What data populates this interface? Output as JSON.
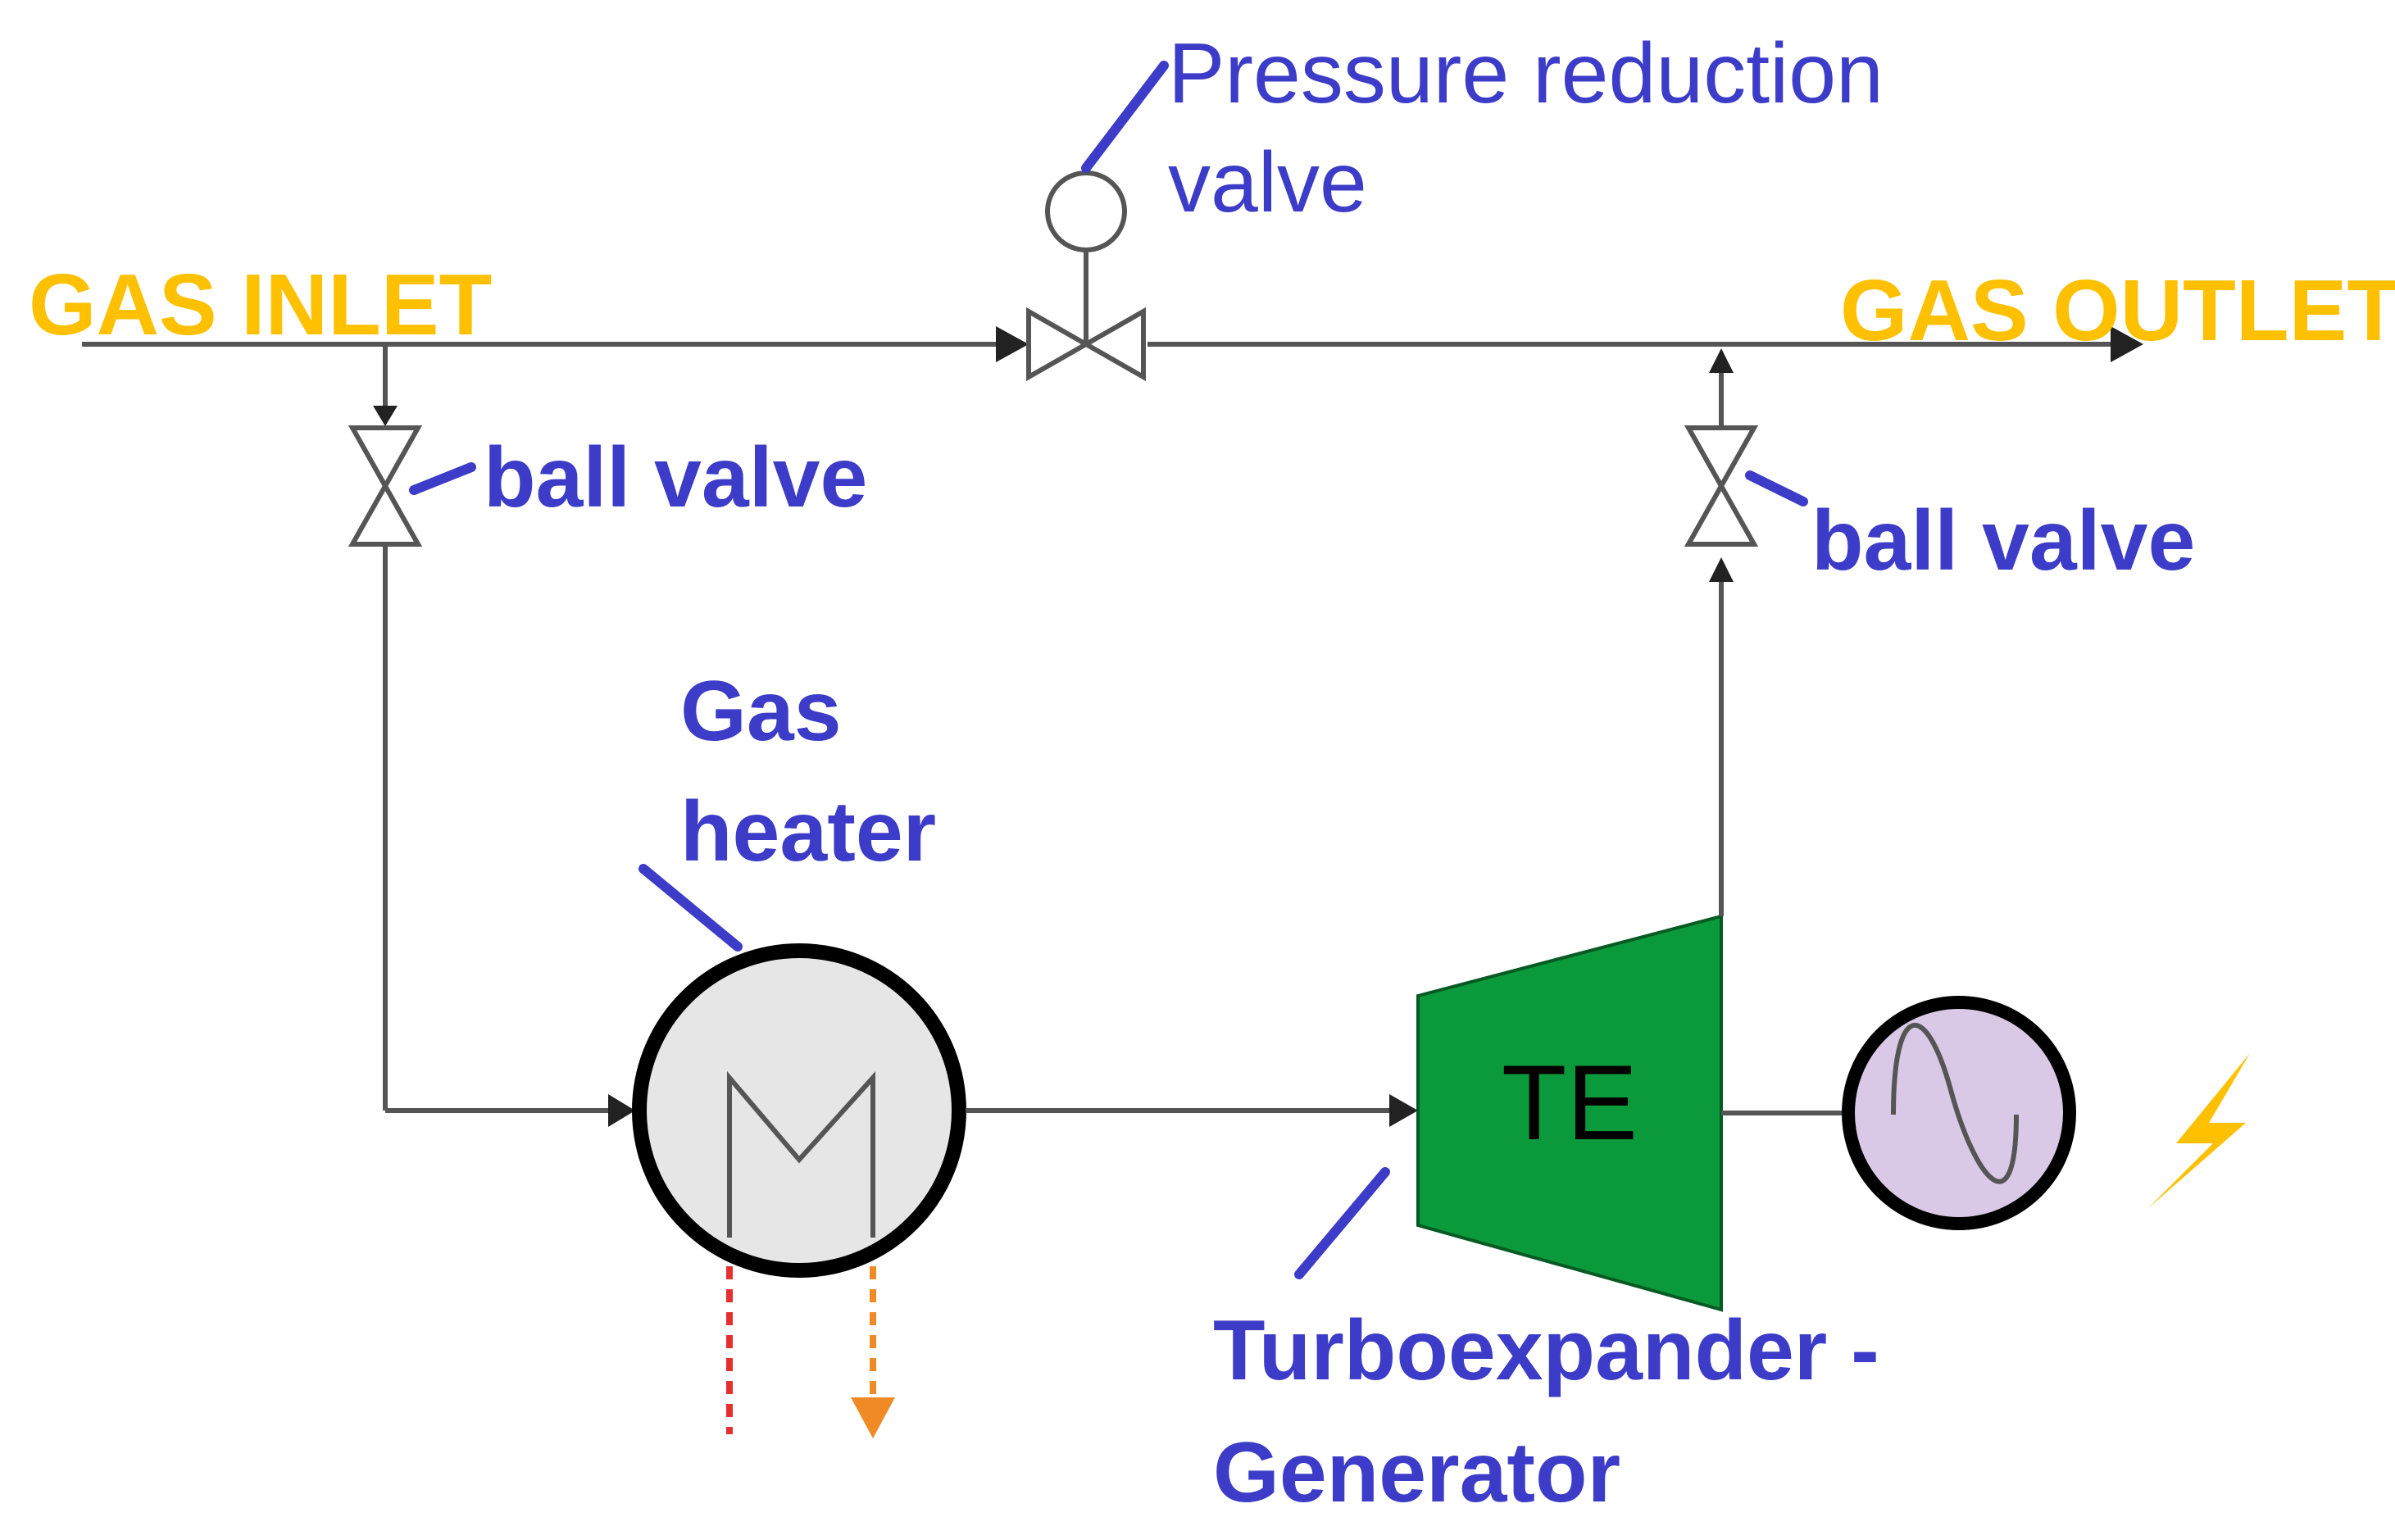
{
  "labels": {
    "gas_inlet": "GAS INLET",
    "gas_outlet": "GAS OUTLET",
    "pressure_valve_line1": "Pressure reduction",
    "pressure_valve_line2": "valve",
    "ball_valve_left": "ball valve",
    "ball_valve_right": "ball valve",
    "gas_heater_line1": "Gas",
    "gas_heater_line2": "heater",
    "turbo_line1": "Turboexpander -",
    "turbo_line2": "Generator",
    "turboexpander_symbol": "TE"
  },
  "colors": {
    "gas_label": "#ffc000",
    "callout": "#3c3cc8",
    "line": "#555555",
    "turboexpander_fill": "#0a9a3c",
    "heater_fill": "#e6e6e6",
    "generator_fill": "#d9c9e6",
    "lightning": "#ffc000",
    "dotted_red": "#e53030",
    "dotted_orange": "#f08a24"
  },
  "icons": {
    "lightning": "lightning-bolt-icon",
    "sine": "sine-wave-icon"
  }
}
